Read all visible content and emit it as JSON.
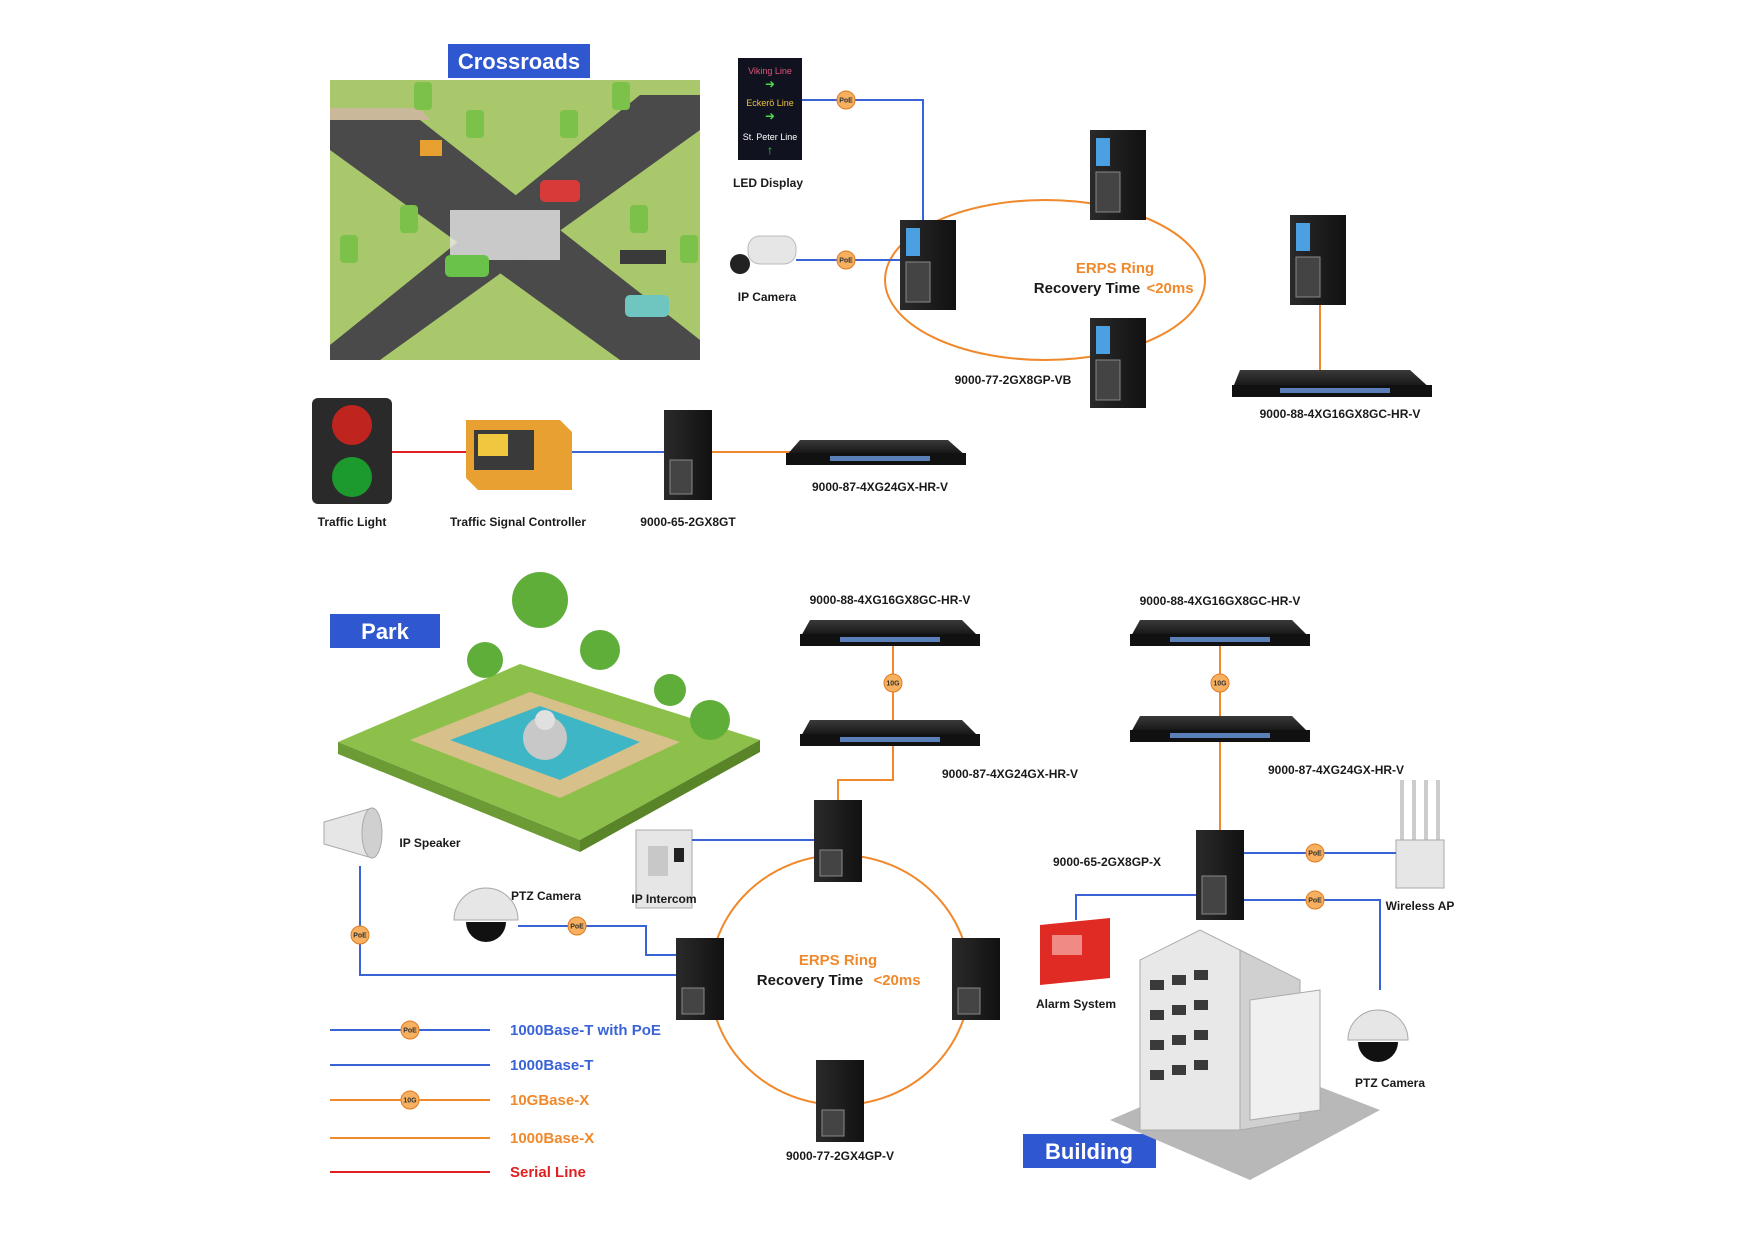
{
  "sections": {
    "crossroads": "Crossroads",
    "park": "Park",
    "building": "Building"
  },
  "crossroads": {
    "led_display": {
      "label": "LED Display",
      "lines": [
        "Viking Line",
        "Eckerö Line",
        "St. Peter Line"
      ]
    },
    "ip_camera": "IP Camera",
    "ring": {
      "title": "ERPS Ring",
      "subtitle": "Recovery Time",
      "time": "<20ms"
    },
    "switch_vb": "9000-77-2GX8GP-VB",
    "switch_core": "9000-88-4XG16GX8GC-HR-V",
    "traffic_light": "Traffic Light",
    "signal_controller": "Traffic Signal Controller",
    "switch_8gt": "9000-65-2GX8GT",
    "switch_24gx": "9000-87-4XG24GX-HR-V"
  },
  "park": {
    "core_top": "9000-88-4XG16GX8GC-HR-V",
    "core_bottom": "9000-87-4XG24GX-HR-V",
    "ip_speaker": "IP Speaker",
    "ptz_camera": "PTZ Camera",
    "ip_intercom": "IP Intercom",
    "ring": {
      "title": "ERPS Ring",
      "subtitle": "Recovery Time",
      "time": "<20ms"
    },
    "switch_4gp": "9000-77-2GX4GP-V"
  },
  "building": {
    "core_top": "9000-88-4XG16GX8GC-HR-V",
    "core_bottom": "9000-87-4XG24GX-HR-V",
    "switch_8gpx": "9000-65-2GX8GP-X",
    "wireless_ap": "Wireless AP",
    "alarm_system": "Alarm System",
    "ptz_camera": "PTZ Camera"
  },
  "badges": {
    "poe": "PoE",
    "tengig": "10G"
  },
  "legend": [
    {
      "label": "1000Base-T with PoE",
      "color": "#3a63d6",
      "badge": "PoE"
    },
    {
      "label": "1000Base-T",
      "color": "#3a63d6",
      "badge": ""
    },
    {
      "label": "10GBase-X",
      "color": "#f0892b",
      "badge": "10G"
    },
    {
      "label": "1000Base-X",
      "color": "#f0892b",
      "badge": ""
    },
    {
      "label": "Serial Line",
      "color": "#e02020",
      "badge": ""
    }
  ],
  "colors": {
    "blue_line": "#3a63d6",
    "orange_line": "#f0892b",
    "serial_line": "#e02020",
    "title_bg": "#2f57cf"
  }
}
